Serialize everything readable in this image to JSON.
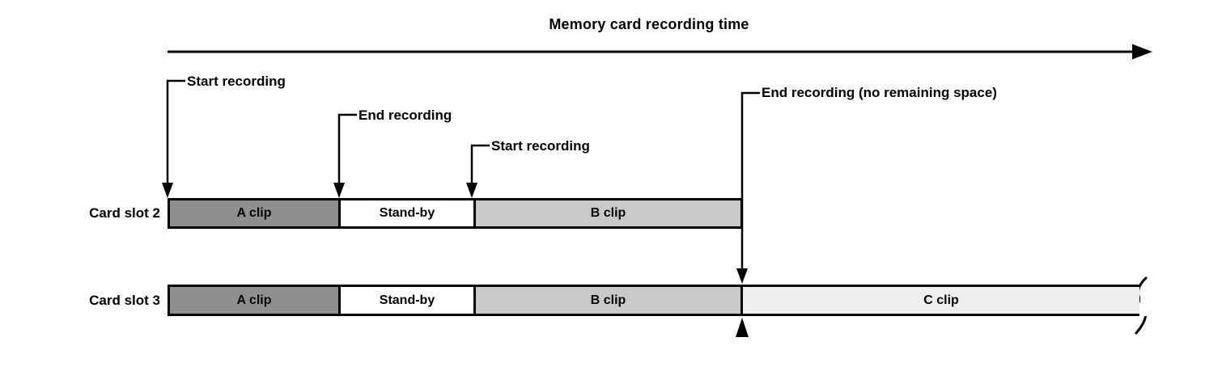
{
  "title": "Memory card recording time",
  "annotations": {
    "start_recording_1": {
      "label": "Start recording"
    },
    "end_recording_1": {
      "label": "End recording"
    },
    "start_recording_2": {
      "label": "Start recording"
    },
    "end_recording_2": {
      "label": "End recording (no remaining space)"
    }
  },
  "slots": [
    {
      "label": "Card slot 2",
      "segments": [
        {
          "label": "A clip"
        },
        {
          "label": "Stand-by"
        },
        {
          "label": "B clip"
        }
      ]
    },
    {
      "label": "Card slot 3",
      "segments": [
        {
          "label": "A clip"
        },
        {
          "label": "Stand-by"
        },
        {
          "label": "B clip"
        },
        {
          "label": "C clip"
        }
      ]
    }
  ],
  "colors": {
    "a_clip": "#8f8f8f",
    "stand_by": "#ffffff",
    "b_clip": "#c9c9c9",
    "c_clip": "#efefef",
    "line": "#000000",
    "background": "#ffffff"
  }
}
